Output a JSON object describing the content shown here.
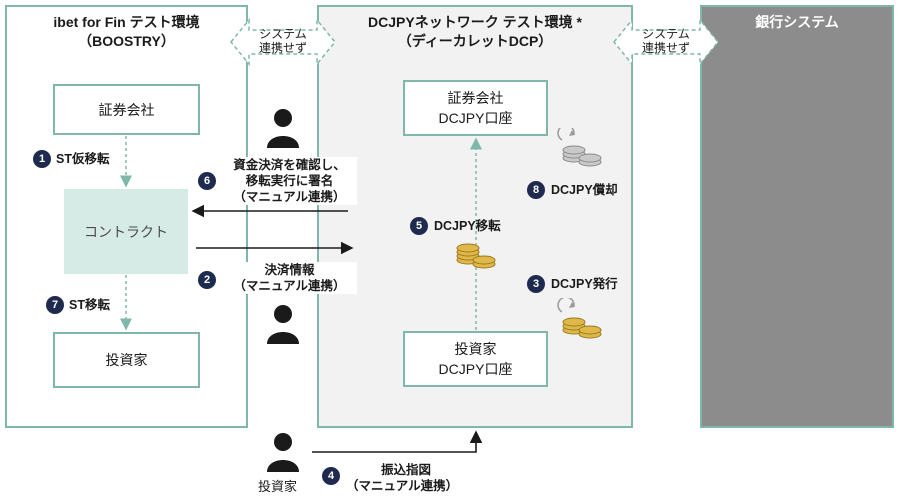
{
  "panels": {
    "left": {
      "title_line1": "ibet for Fin テスト環境",
      "title_line2": "（BOOSTRY）"
    },
    "middle": {
      "title_line1": "DCJPYネットワーク テスト環境 *",
      "title_line2": "（ディーカレットDCP）"
    },
    "right": {
      "title": "銀行システム"
    }
  },
  "sync_left": {
    "line1": "システム",
    "line2": "連携せず"
  },
  "sync_right": {
    "line1": "システム",
    "line2": "連携せず"
  },
  "boxes": {
    "securities_left": "証券会社",
    "contract": "コントラクト",
    "investor_left": "投資家",
    "securities_dcjpy_line1": "証券会社",
    "securities_dcjpy_line2": "DCJPY口座",
    "investor_dcjpy_line1": "投資家",
    "investor_dcjpy_line2": "DCJPY口座"
  },
  "steps": [
    {
      "num": "1",
      "label": "ST仮移転"
    },
    {
      "num": "2",
      "label_line1": "決済情報",
      "label_line2": "（マニュアル連携）"
    },
    {
      "num": "3",
      "label": "DCJPY発行"
    },
    {
      "num": "4",
      "label_line1": "振込指図",
      "label_line2": "（マニュアル連携）"
    },
    {
      "num": "5",
      "label": "DCJPY移転"
    },
    {
      "num": "6",
      "label_line1": "資金決済を確認し、",
      "label_line2": "移転実行に署名",
      "label_line3": "（マニュアル連携）"
    },
    {
      "num": "7",
      "label": "ST移転"
    },
    {
      "num": "8",
      "label": "DCJPY償却"
    }
  ],
  "persons": {
    "investor_label": "投資家"
  },
  "colors": {
    "panel_border": "#7fb8ab",
    "contract_fill": "#d6ebe6",
    "badge": "#1f2a4f",
    "bank_fill": "#8c8c8c",
    "coin": "#e0b84a"
  },
  "icons": [
    "person-icon",
    "coin-stack-icon",
    "refresh-arrow-icon"
  ]
}
